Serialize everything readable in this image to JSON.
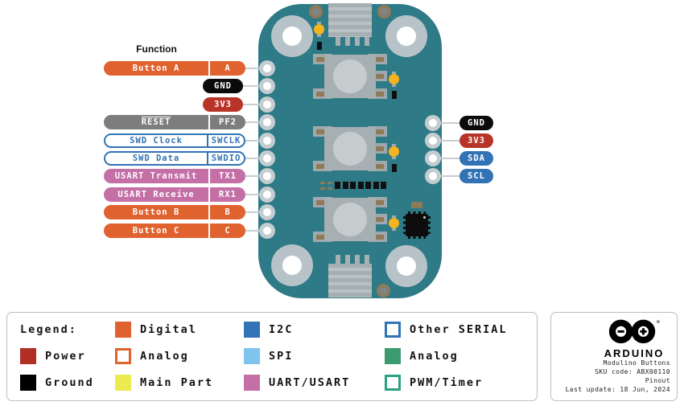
{
  "function_header": "Function",
  "left_pins": [
    {
      "function": "Button A",
      "pin": "A",
      "type": "digital"
    },
    {
      "function": "",
      "pin": "GND",
      "type": "ground"
    },
    {
      "function": "",
      "pin": "3V3",
      "type": "power"
    },
    {
      "function": "RESET",
      "pin": "PF2",
      "type": "reset",
      "overline": true
    },
    {
      "function": "SWD Clock",
      "pin": "SWCLK",
      "type": "serial"
    },
    {
      "function": "SWD Data",
      "pin": "SWDIO",
      "type": "serial"
    },
    {
      "function": "USART Transmit",
      "pin": "TX1",
      "type": "uart"
    },
    {
      "function": "USART Receive",
      "pin": "RX1",
      "type": "uart"
    },
    {
      "function": "Button B",
      "pin": "B",
      "type": "digital"
    },
    {
      "function": "Button C",
      "pin": "C",
      "type": "digital"
    }
  ],
  "right_pins": [
    {
      "pin": "GND",
      "type": "ground"
    },
    {
      "pin": "3V3",
      "type": "power"
    },
    {
      "pin": "SDA",
      "type": "i2c"
    },
    {
      "pin": "SCL",
      "type": "i2c"
    }
  ],
  "legend": {
    "title": "Legend:",
    "columns": [
      {
        "items": [
          {
            "label": "Power",
            "color": "#B02E24",
            "style": "solid"
          },
          {
            "label": "Ground",
            "color": "#000000",
            "style": "solid"
          }
        ]
      },
      {
        "items": [
          {
            "label": "Digital",
            "color": "#E0622F",
            "style": "solid"
          },
          {
            "label": "Analog",
            "color": "#E0622F",
            "style": "outline"
          },
          {
            "label": "Main Part",
            "color": "#ECEB50",
            "style": "solid"
          }
        ]
      },
      {
        "items": [
          {
            "label": "I2C",
            "color": "#3173B5",
            "style": "solid"
          },
          {
            "label": "SPI",
            "color": "#7EC4EC",
            "style": "solid"
          },
          {
            "label": "UART/USART",
            "color": "#C46FA6",
            "style": "solid"
          }
        ]
      },
      {
        "items": [
          {
            "label": "Other SERIAL",
            "color": "#3173B5",
            "style": "outline"
          },
          {
            "label": "Analog",
            "color": "#3B9B6E",
            "style": "solid"
          },
          {
            "label": "PWM/Timer",
            "color": "#2AA284",
            "style": "outline"
          }
        ]
      }
    ]
  },
  "branding": {
    "brand": "ARDUINO",
    "registered_mark": "®",
    "product": "Modulino Buttons",
    "sku": "SKU code: ABX00110",
    "doc_type": "Pinout",
    "last_update": "Last update: 18 Jun, 2024"
  },
  "colors": {
    "digital": "#E0622F",
    "power": "#B93428",
    "ground": "#000000",
    "reset_gray": "#7D7D7D",
    "i2c": "#3173B5",
    "spi": "#7EC4EC",
    "uart_usart": "#C46FA6",
    "analog_green": "#3B9B6E",
    "pwm_timer": "#2AA284",
    "main_part": "#ECEB50",
    "other_serial": "#3173B5",
    "board": "#2E7A86"
  }
}
